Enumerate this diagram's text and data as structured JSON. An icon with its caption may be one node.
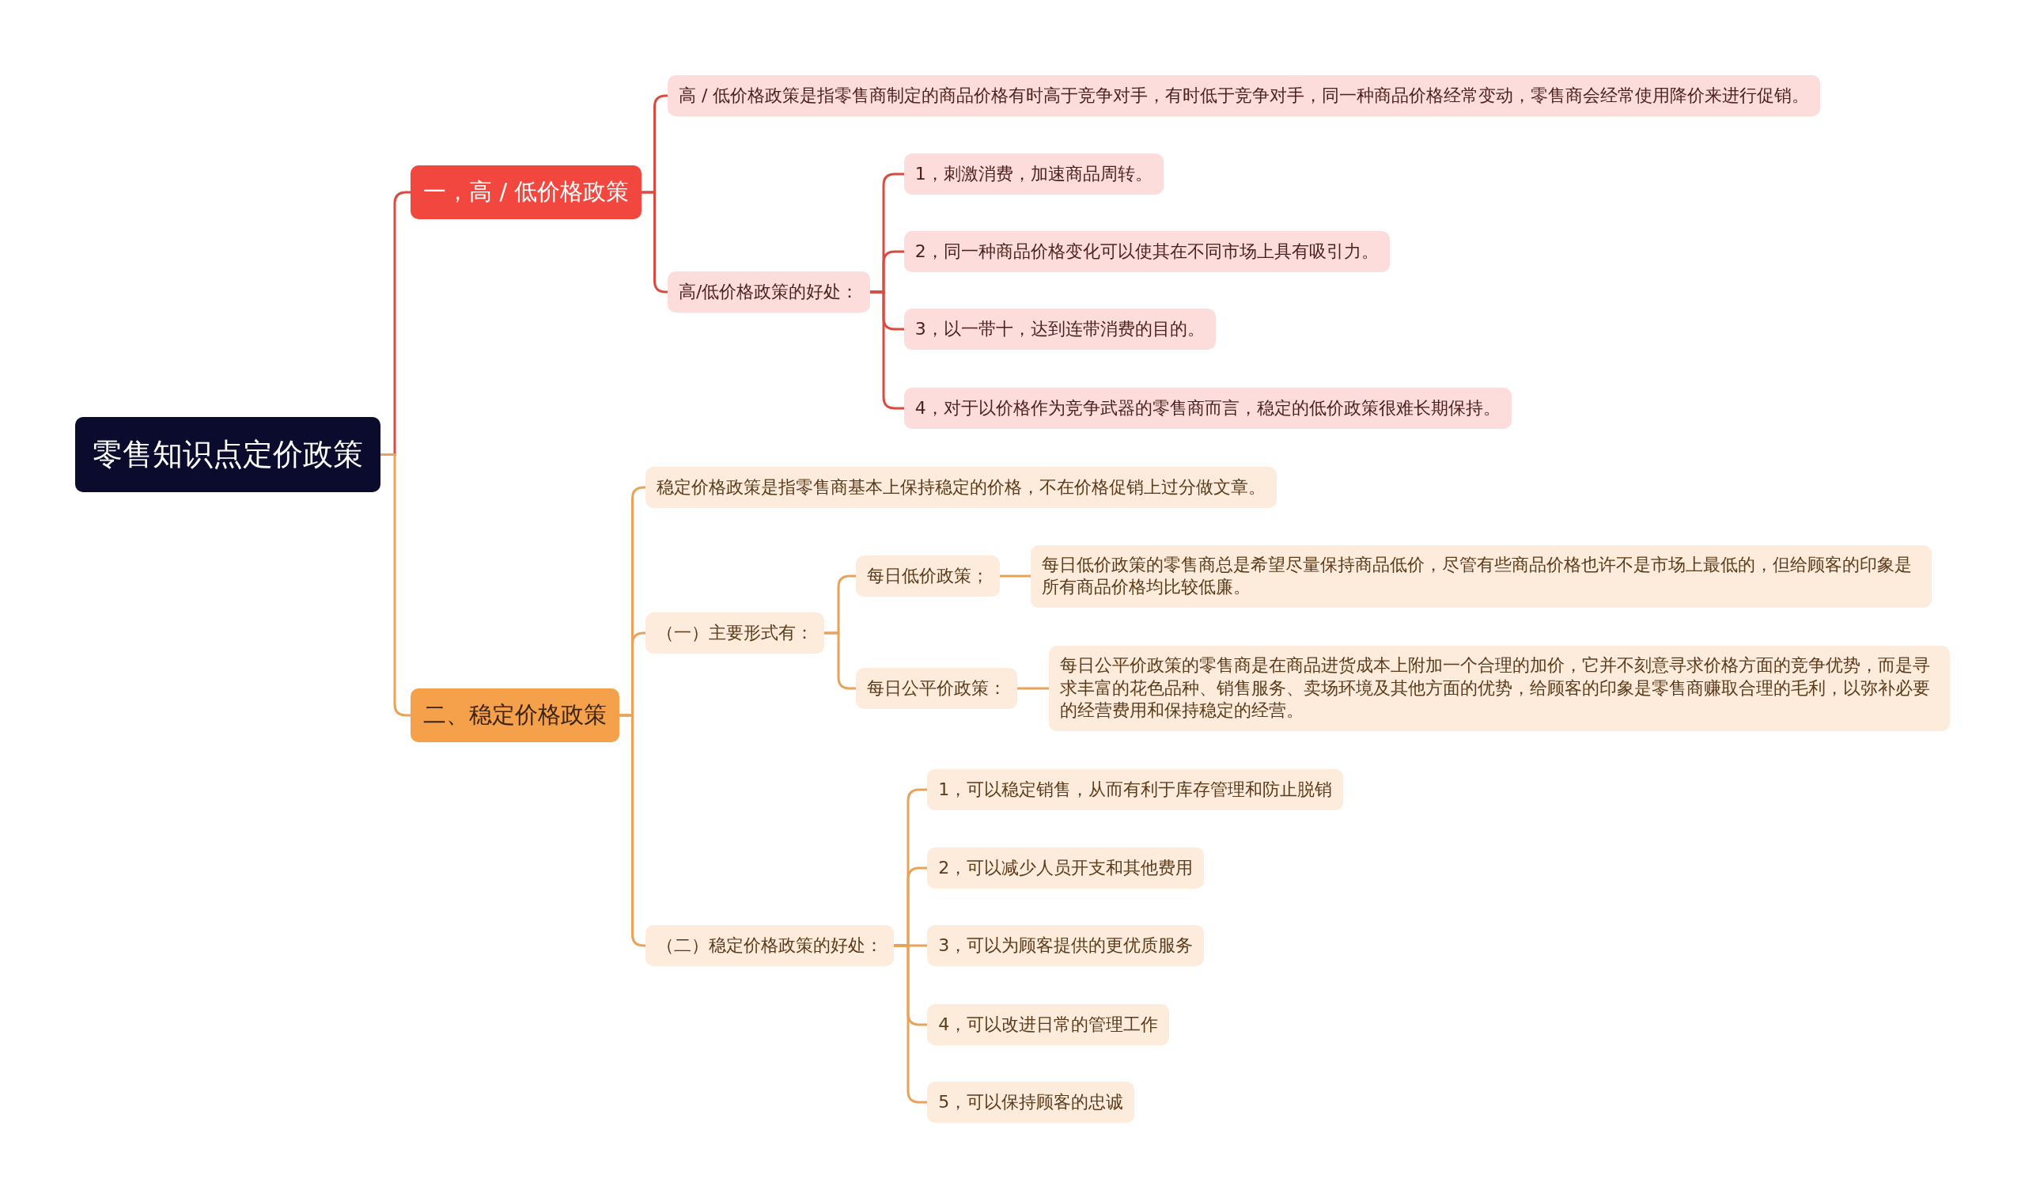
{
  "diagram": {
    "nodes": [
      {
        "text": [
          "零售知识点定价政策"
        ]
      },
      {
        "text": [
          "一，高 / 低价格政策"
        ]
      },
      {
        "text": [
          "高 / 低价格政策是指零售商制定的商品价格有时高于竞争对手，有时低于竞争对手，同一种商品价格经常变动，零售商会经常使用降价来进行促销。"
        ]
      },
      {
        "text": [
          "高/低价格政策的好处："
        ]
      },
      {
        "text": [
          "1，刺激消费，加速商品周转。"
        ]
      },
      {
        "text": [
          "2，同一种商品价格变化可以使其在不同市场上具有吸引力。"
        ]
      },
      {
        "text": [
          "3，以一带十，达到连带消费的目的。"
        ]
      },
      {
        "text": [
          "4，对于以价格作为竞争武器的零售商而言，稳定的低价政策很难长期保持。"
        ]
      },
      {
        "text": [
          "二、稳定价格政策"
        ]
      },
      {
        "text": [
          "稳定价格政策是指零售商基本上保持稳定的价格，不在价格促销上过分做文章。"
        ]
      },
      {
        "text": [
          "（一）主要形式有："
        ]
      },
      {
        "text": [
          "每日低价政策；"
        ]
      },
      {
        "text": [
          "每日低价政策的零售商总是希望尽量保持商品低价，尽管有些商品价格也许不是市场上最低的，但给顾客的印象是所有商品价格均比较低廉。"
        ]
      },
      {
        "text": [
          "每日公平价政策："
        ]
      },
      {
        "text": [
          "每日公平价政策的零售商是在商品进货成本上附加一个合理的加价，它并不刻意寻求价格方面的竞争优势，而是寻求丰富的花色品种、销售服务、卖场环境及其他方面的优势，给顾客的印象是零售商赚取合理的毛利，以弥补必要的经营费用和保持稳定的经营。"
        ]
      },
      {
        "text": [
          "（二）稳定价格政策的好处："
        ]
      },
      {
        "text": [
          "1，可以稳定销售，从而有利于库存管理和防止脱销"
        ]
      },
      {
        "text": [
          "2，可以减少人员开支和其他费用"
        ]
      },
      {
        "text": [
          "3，可以为顾客提供的更优质服务"
        ]
      },
      {
        "text": [
          "4，可以改进日常的管理工作"
        ]
      },
      {
        "text": [
          "5，可以保持顾客的忠诚"
        ]
      }
    ],
    "edges": [
      {
        "from": 0,
        "to": 1,
        "arrow": "none",
        "color": "#d94a3f"
      },
      {
        "from": 0,
        "to": 8,
        "arrow": "none"
      },
      {
        "from": 1,
        "to": 2,
        "arrow": "none",
        "color": "#d94a3f"
      },
      {
        "from": 1,
        "to": 3,
        "arrow": "none",
        "color": "#d94a3f"
      },
      {
        "from": 3,
        "to": 4,
        "arrow": "none",
        "color": "#d94a3f"
      },
      {
        "from": 3,
        "to": 5,
        "arrow": "none",
        "color": "#d94a3f"
      },
      {
        "from": 3,
        "to": 6,
        "arrow": "none",
        "color": "#d94a3f"
      },
      {
        "from": 3,
        "to": 7,
        "arrow": "none",
        "color": "#d94a3f"
      },
      {
        "from": 8,
        "to": 9,
        "arrow": "none"
      },
      {
        "from": 8,
        "to": 10,
        "arrow": "none"
      },
      {
        "from": 8,
        "to": 15,
        "arrow": "none"
      },
      {
        "from": 10,
        "to": 11,
        "arrow": "none"
      },
      {
        "from": 10,
        "to": 13,
        "arrow": "none"
      },
      {
        "from": 11,
        "to": 12,
        "arrow": "none"
      },
      {
        "from": 13,
        "to": 14,
        "arrow": "none"
      },
      {
        "from": 15,
        "to": 16,
        "arrow": "none"
      },
      {
        "from": 15,
        "to": 17,
        "arrow": "none"
      },
      {
        "from": 15,
        "to": 18,
        "arrow": "none"
      },
      {
        "from": 15,
        "to": 19,
        "arrow": "none"
      },
      {
        "from": 15,
        "to": 20,
        "arrow": "none"
      }
    ]
  }
}
